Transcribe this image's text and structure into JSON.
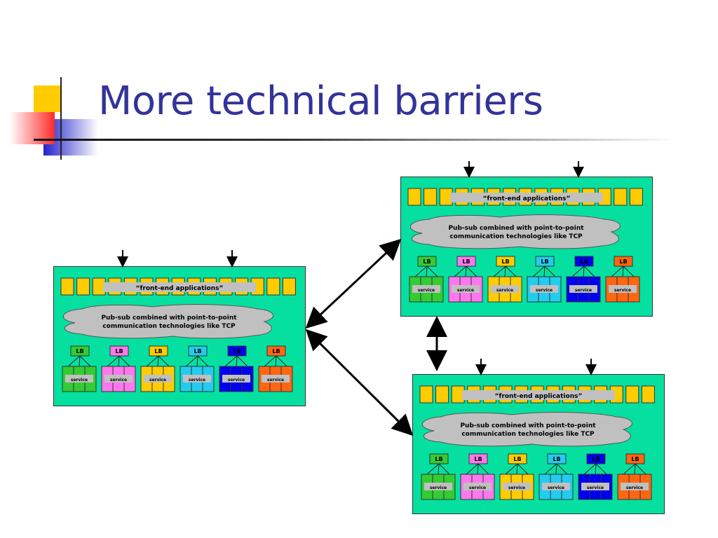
{
  "slide": {
    "title": "More technical barriers"
  },
  "cluster": {
    "frontend_label": "“front-end applications”",
    "cloud_line1": "Pub-sub combined with point-to-point",
    "cloud_line2": "communication technologies like TCP",
    "lb_label": "LB",
    "service_label": "service",
    "group_colors": [
      "#33cc33",
      "#ff77ee",
      "#ffcc00",
      "#22ccee",
      "#0000ee",
      "#ff6611"
    ]
  },
  "colors": {
    "title": "#333399",
    "cluster_bg": "#05e0a0",
    "app_box": "#ffcc00",
    "banner": "#c0c0c0",
    "cloud": "#c0c0c0",
    "accent_red": "#ff3333",
    "accent_yellow": "#ffcc00",
    "accent_blue": "#3333cc"
  }
}
